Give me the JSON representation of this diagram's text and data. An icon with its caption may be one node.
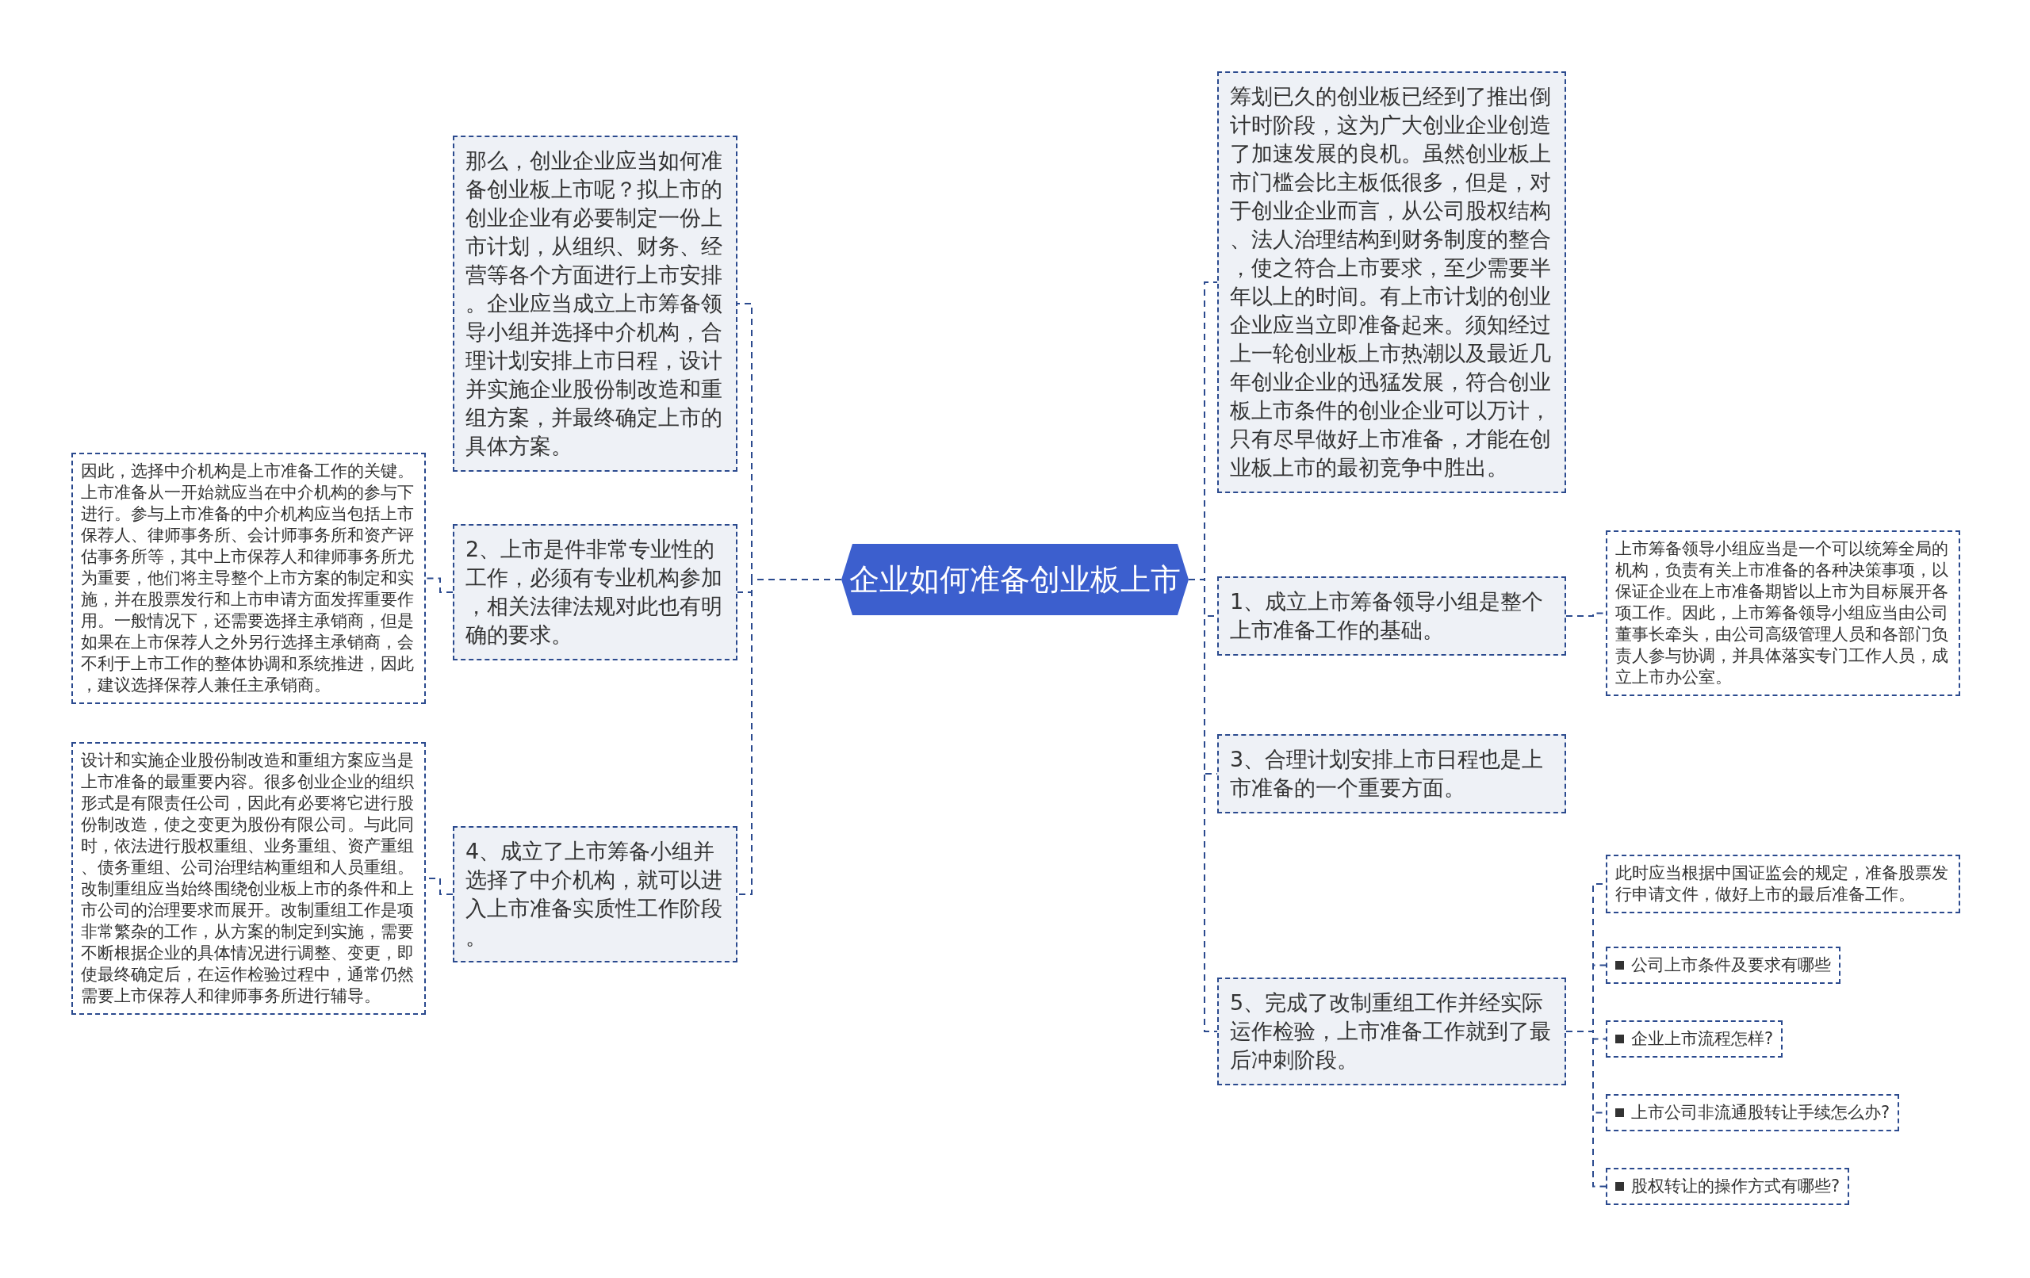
{
  "diagram": {
    "nodes": [
      {
        "text": [
          "企业如何准备创业板上市"
        ]
      },
      {
        "text": [
          "那么，创业企业应当如何准备创业板上市呢？拟上市的创业企业有必要制定一份上市计划，从组织、财务、经营等各个方面进行上市安排。企业应当成立上市筹备领导小组并选择中介机构，合理计划安排上市日程，设计并实施企业股份制改造和重组方案，并最终确定上市的具体方案。"
        ]
      },
      {
        "text": [
          "2、上市是件非常专业性的工作，必须有专业机构参加，相关法律法规对此也有明确的要求。"
        ]
      },
      {
        "text": [
          "因此，选择中介机构是上市准备工作的关键。上市准备从一开始就应当在中介机构的参与下进行。参与上市准备的中介机构应当包括上市保荐人、律师事务所、会计师事务所和资产评估事务所等，其中上市保荐人和律师事务所尤为重要，他们将主导整个上市方案的制定和实施，并在股票发行和上市申请方面发挥重要作用。一般情况下，还需要选择主承销商，但是如果在上市保荐人之外另行选择主承销商，会不利于上市工作的整体协调和系统推进，因此，建议选择保荐人兼任主承销商。"
        ]
      },
      {
        "text": [
          "4、成立了上市筹备小组并选择了中介机构，就可以进入上市准备实质性工作阶段。"
        ]
      },
      {
        "text": [
          "设计和实施企业股份制改造和重组方案应当是上市准备的最重要内容。很多创业企业的组织形式是有限责任公司，因此有必要将它进行股份制改造，使之变更为股份有限公司。与此同时，依法进行股权重组、业务重组、资产重组、债务重组、公司治理结构重组和人员重组。改制重组应当始终围绕创业板上市的条件和上市公司的治理要求而展开。改制重组工作是项非常繁杂的工作，从方案的制定到实施，需要不断根据企业的具体情况进行调整、变更，即使最终确定后，在运作检验过程中，通常仍然需要上市保荐人和律师事务所进行辅导。"
        ]
      },
      {
        "text": [
          "筹划已久的创业板已经到了推出倒计时阶段，这为广大创业企业创造了加速发展的良机。虽然创业板上市门槛会比主板低很多，但是，对于创业企业而言，从公司股权结构、法人治理结构到财务制度的整合，使之符合上市要求，至少需要半年以上的时间。有上市计划的创业企业应当立即准备起来。须知经过上一轮创业板上市热潮以及最近几年创业企业的迅猛发展，符合创业板上市条件的创业企业可以万计，只有尽早做好上市准备，才能在创业板上市的最初竞争中胜出。"
        ]
      },
      {
        "text": [
          "1、成立上市筹备领导小组是整个上市准备工作的基础。"
        ]
      },
      {
        "text": [
          "上市筹备领导小组应当是一个可以统筹全局的机构，负责有关上市准备的各种决策事项，以保证企业在上市准备期皆以上市为目标展开各项工作。因此，上市筹备领导小组应当由公司董事长牵头，由公司高级管理人员和各部门负责人参与协调，并具体落实专门工作人员，成立上市办公室。"
        ]
      },
      {
        "text": [
          "3、合理计划安排上市日程也是上市准备的一个重要方面。"
        ]
      },
      {
        "text": [
          "5、完成了改制重组工作并经实际运作检验，上市准备工作就到了最后冲刺阶段。"
        ]
      },
      {
        "text": [
          "此时应当根据中国证监会的规定，准备股票发行申请文件，做好上市的最后准备工作。"
        ]
      },
      {
        "text": [
          "公司上市条件及要求有哪些"
        ]
      },
      {
        "text": [
          "企业上市流程怎样?"
        ]
      },
      {
        "text": [
          "上市公司非流通股转让手续怎么办?"
        ]
      },
      {
        "text": [
          "股权转让的操作方式有哪些?"
        ]
      }
    ],
    "edges": [
      {
        "from": 0,
        "to": 1,
        "arrow": "none",
        "style": "dashed"
      },
      {
        "from": 0,
        "to": 2,
        "arrow": "none",
        "style": "dashed"
      },
      {
        "from": 2,
        "to": 3,
        "arrow": "none",
        "style": "dashed"
      },
      {
        "from": 0,
        "to": 4,
        "arrow": "none",
        "style": "dashed"
      },
      {
        "from": 4,
        "to": 5,
        "arrow": "none",
        "style": "dashed"
      },
      {
        "from": 0,
        "to": 6,
        "arrow": "none",
        "style": "dashed"
      },
      {
        "from": 0,
        "to": 7,
        "arrow": "none",
        "style": "dashed"
      },
      {
        "from": 7,
        "to": 8,
        "arrow": "none",
        "style": "dashed"
      },
      {
        "from": 0,
        "to": 9,
        "arrow": "none",
        "style": "dashed"
      },
      {
        "from": 0,
        "to": 10,
        "arrow": "none",
        "style": "dashed"
      },
      {
        "from": 10,
        "to": 11,
        "arrow": "none",
        "style": "dashed"
      },
      {
        "from": 10,
        "to": 12,
        "arrow": "none",
        "style": "dashed"
      },
      {
        "from": 10,
        "to": 13,
        "arrow": "none",
        "style": "dashed"
      },
      {
        "from": 10,
        "to": 14,
        "arrow": "none",
        "style": "dashed"
      },
      {
        "from": 10,
        "to": 15,
        "arrow": "none",
        "style": "dashed"
      }
    ]
  }
}
